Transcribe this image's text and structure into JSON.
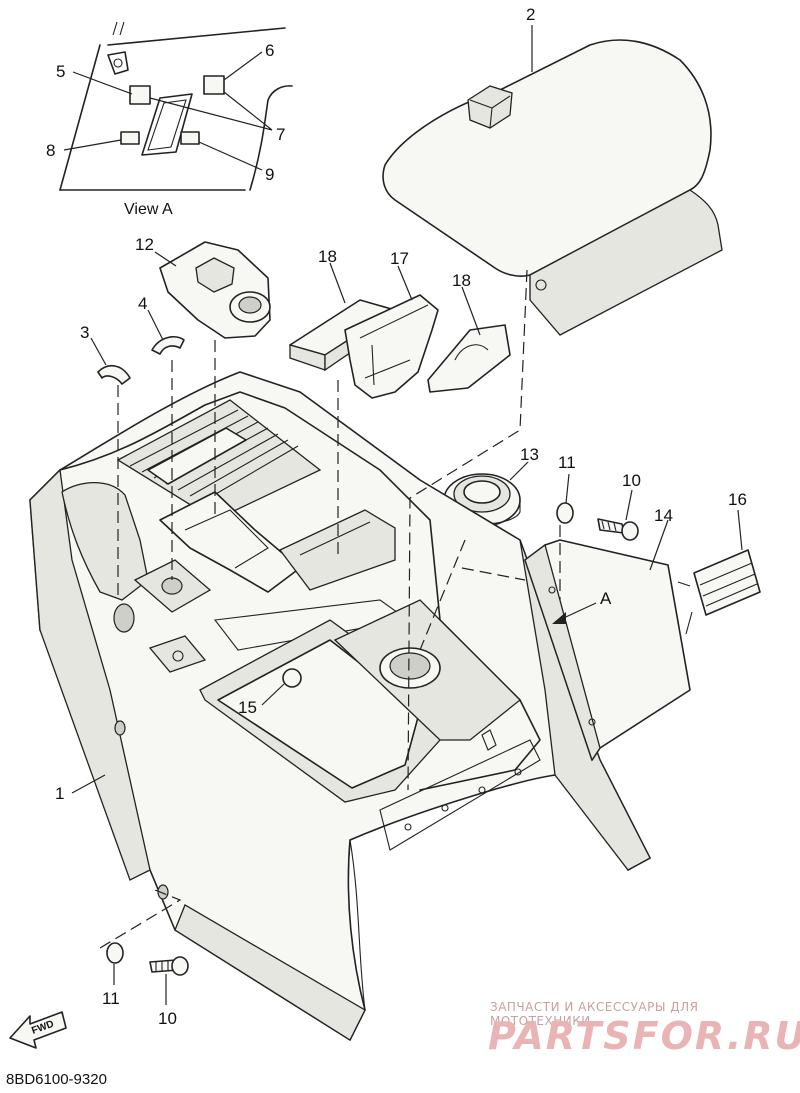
{
  "callouts": {
    "p1": "1",
    "p2": "2",
    "p3": "3",
    "p4": "4",
    "p5": "5",
    "p6": "6",
    "p7": "7",
    "p8": "8",
    "p9": "9",
    "p10_upper": "10",
    "p10_lower": "10",
    "p11_upper": "11",
    "p11_lower": "11",
    "p12": "12",
    "p13": "13",
    "p14": "14",
    "p15": "15",
    "p16": "16",
    "p17": "17",
    "p18_left": "18",
    "p18_right": "18",
    "view_arrow": "A"
  },
  "view_label": "View A",
  "fwd_label": "FWD",
  "diagram_code": "8BD6100-9320",
  "watermark": {
    "tagline": "ЗАПЧАСТИ И АКСЕССУАРЫ ДЛЯ МОТОТЕХНИКИ",
    "brand": "PARTSFOR.RU"
  }
}
